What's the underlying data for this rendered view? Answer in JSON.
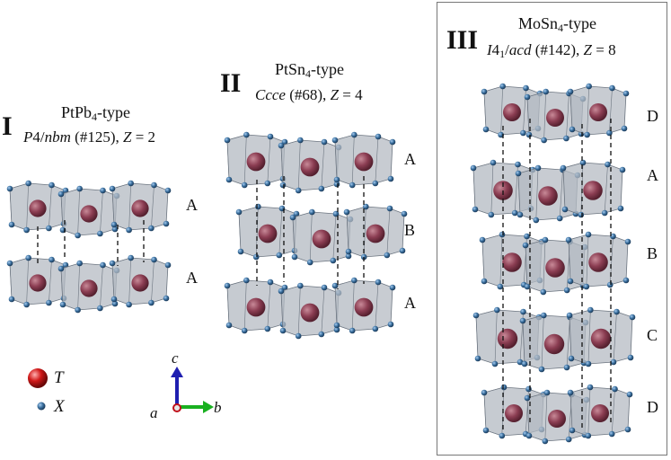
{
  "panels": [
    {
      "roman": "I",
      "title": "PtPb",
      "title_sub": "4",
      "title_suffix": "-type",
      "sg_italic": "P",
      "sg_rest": "4/",
      "sg_italic2": "nbm",
      "sg_num": " (#125), ",
      "z_label": "Z",
      "z_value": " = 2",
      "layers": [
        "A",
        "A"
      ]
    },
    {
      "roman": "II",
      "title": "PtSn",
      "title_sub": "4",
      "title_suffix": "-type",
      "sg_italic": "Ccce",
      "sg_num": " (#68), ",
      "z_label": "Z",
      "z_value": " = 4",
      "layers": [
        "A",
        "B",
        "A"
      ]
    },
    {
      "roman": "III",
      "title": "MoSn",
      "title_sub": "4",
      "title_suffix": "-type",
      "sg_italic": "I",
      "sg_sub": "4",
      "sg_sub_prefix": "1",
      "sg_italic2": "acd",
      "sg_rest": "/",
      "sg_num": " (#142), ",
      "z_label": "Z",
      "z_value": " = 8",
      "layers": [
        "D",
        "A",
        "B",
        "C",
        "D"
      ]
    }
  ],
  "legend": [
    {
      "symbol": "T",
      "kind": "large-red-sphere"
    },
    {
      "symbol": "X",
      "kind": "small-blue-sphere"
    }
  ],
  "axes": {
    "a": "a",
    "b": "b",
    "c": "c"
  },
  "colors": {
    "T_atom": "#8b3d52",
    "X_atom": "#3a6f9e",
    "polyhedron": "#9aa3ad",
    "axis_c": "#1f1fb0",
    "axis_b": "#19b020",
    "axis_a": "#c0101a"
  }
}
